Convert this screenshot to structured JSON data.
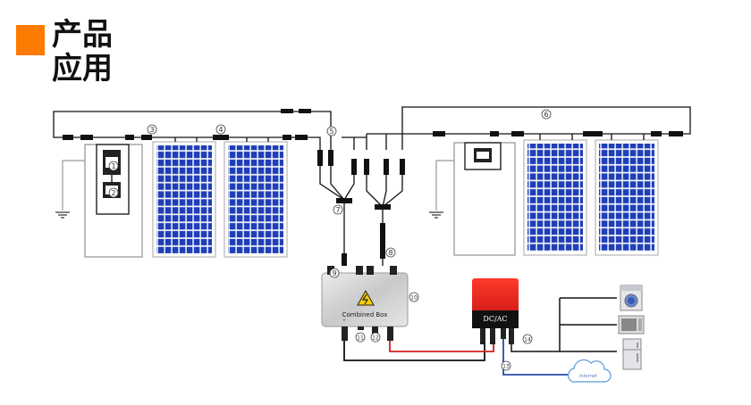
{
  "header": {
    "title_line1": "产品",
    "title_line2": "应用",
    "accent_color": "#ff7a00"
  },
  "diagram": {
    "labels": {
      "n1": "1",
      "n2": "2",
      "n3": "3",
      "n4": "4",
      "n5": "5",
      "n6": "6",
      "n7": "7",
      "n8": "8",
      "n9": "9",
      "n10": "10",
      "n11": "11",
      "n12": "12",
      "n13": "13",
      "n14": "14"
    },
    "combiner_box_label": "Combined Box",
    "inverter_label": "DC/AC",
    "cloud_label": "Internet",
    "minus_sign": "-",
    "plus_sign": "+",
    "colors": {
      "panel_blue": "#1f3fb8",
      "wire_red": "#d22020",
      "wire_blue": "#2b4aa8",
      "inverter_red": "#e02020",
      "warning_yellow": "#f7d000"
    },
    "icons": [
      "washing-machine-icon",
      "microwave-icon",
      "refrigerator-icon",
      "internet-cloud-icon",
      "ground-icon",
      "warning-icon"
    ]
  }
}
